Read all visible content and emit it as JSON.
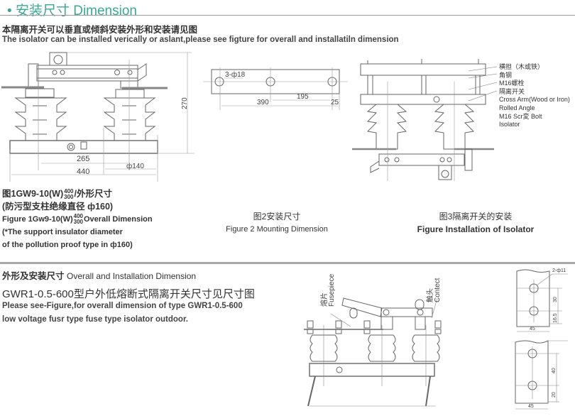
{
  "header": {
    "bullet": "•",
    "title": "安装尺寸 Dimension",
    "accent_color": "#3aa896"
  },
  "intro": {
    "cn": "本隔离开关可以垂直或倾斜安装外形和安装请见图",
    "en": "The isolator can be installed verically or aslant,please see figture for overall and installatiln dimension"
  },
  "figure1": {
    "dims": {
      "height": "270",
      "span": "265",
      "diameter": "ф140",
      "length": "440"
    },
    "caption": {
      "cn_prefix": "图1GW9-10(W)",
      "frac_top": "400",
      "frac_bottom": "300",
      "cn_suffix": "/外形尺寸",
      "cn_line2": "(防污型支柱绝缘直径 ф160)",
      "en_prefix": "Figure 1Gw9-10(W)",
      "en_suffix": "Overall Dimension",
      "en_line2": "(*The support insulator diameter",
      "en_line3": "of the pollution proof type in ф160)"
    }
  },
  "figure2": {
    "dims": {
      "holes": "3-ф18",
      "d1": "390",
      "d2": "195",
      "d3": "25"
    },
    "caption": {
      "cn": "图2安装尺寸",
      "en": "Figure 2 Mounting Dimension"
    }
  },
  "figure3": {
    "labels_cn": [
      "横担（木或铁）",
      "角钢",
      "M16螺栓",
      "隔离开关"
    ],
    "labels_en": [
      "Cross Arm(Wood or Iron)",
      "Rolled Angle",
      "M16 Scr変 Bolt",
      "Isolator"
    ],
    "caption": {
      "cn": "图3隔离开关的安装",
      "en": "Figure Installation of Isolator"
    }
  },
  "section2": {
    "heading_cn": "外形及安装尺寸",
    "heading_en": "Overall and Installation Dimension",
    "model_title": "GWR1-0.5-600型户外低熔断式隔离开关尺寸见尺寸图",
    "desc_line1": "Please see-Figure,for overall dimension of type GWR1-0.5-600",
    "desc_line2": "low voltage fusr type fuse type isolator outdoor."
  },
  "figure4": {
    "fusepiece_cn": "熔片",
    "fusepiece_en": "Fusepiece",
    "contact_cn": "触头",
    "contact_en": "Contect"
  },
  "detail_a": {
    "holes": "2-ф11",
    "d1": "30",
    "d2": "16.5",
    "width": "45"
  },
  "detail_b": {
    "d1": "40",
    "d2": "20",
    "width": "45"
  }
}
